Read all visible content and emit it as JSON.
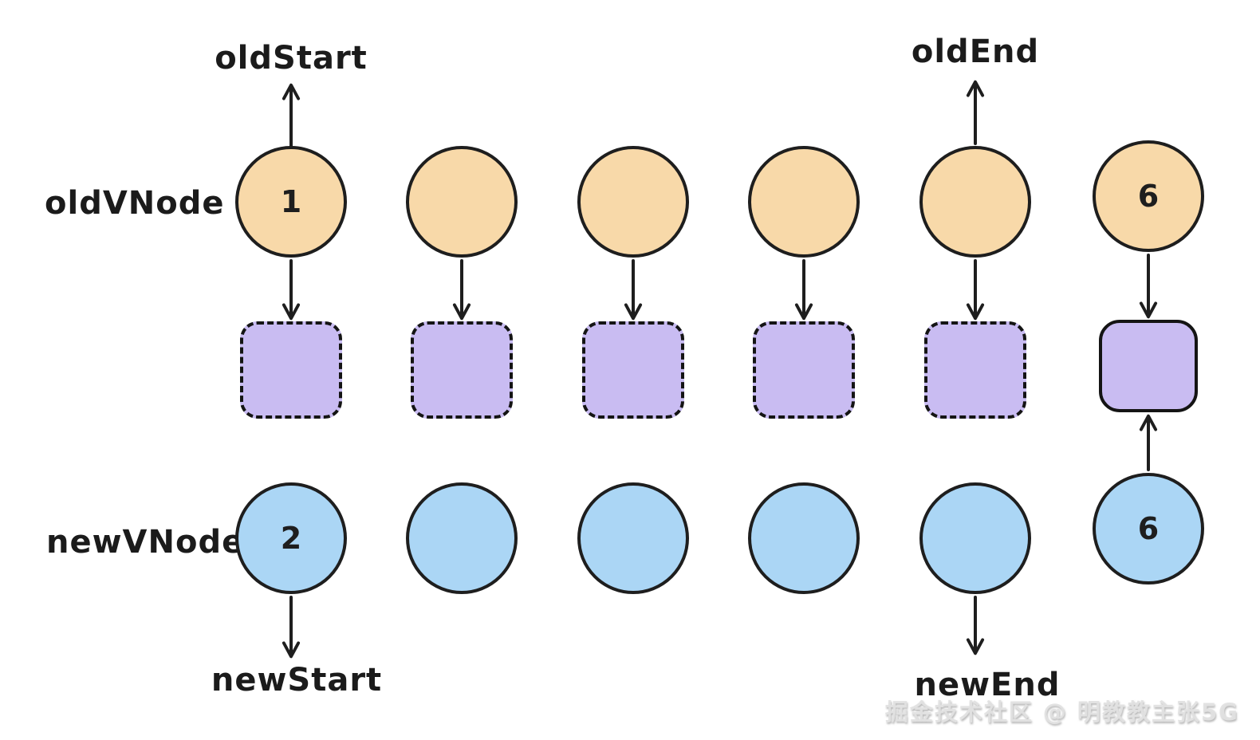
{
  "diagram": {
    "pointer_labels": {
      "old_start": "oldStart",
      "old_end": "oldEnd",
      "new_start": "newStart",
      "new_end": "newEnd"
    },
    "row_labels": {
      "old_vnode": "oldVNode",
      "new_vnode": "newVNode"
    },
    "old_nodes": [
      "1",
      "",
      "",
      "",
      "",
      "6"
    ],
    "new_nodes": [
      "2",
      "",
      "",
      "",
      "",
      "6"
    ],
    "watermark": "掘金技术社区 @ 明教教主张5G",
    "colors": {
      "old_node_fill": "#f8d9a9",
      "new_node_fill": "#abd6f5",
      "slot_fill": "#c9bcf2",
      "stroke": "#1e1e1e"
    }
  }
}
